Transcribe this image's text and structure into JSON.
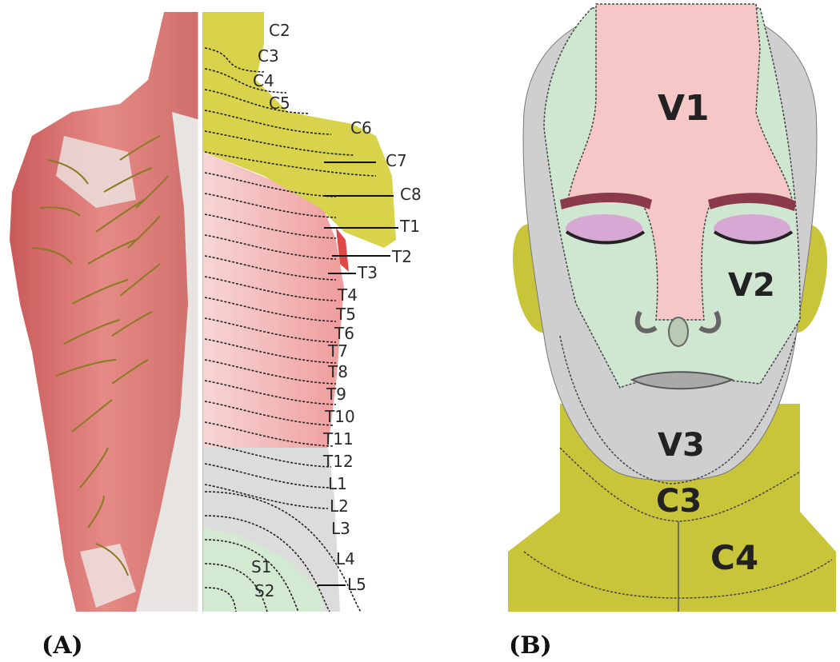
{
  "panel_a": {
    "letter": "(A)",
    "dermatome_labels": [
      "C2",
      "C3",
      "C4",
      "C5",
      "C6",
      "C7",
      "C8",
      "T1",
      "T2",
      "T3",
      "T4",
      "T5",
      "T6",
      "T7",
      "T8",
      "T9",
      "T10",
      "T11",
      "T12",
      "L1",
      "L2",
      "L3",
      "L4",
      "L5",
      "S1",
      "S2"
    ]
  },
  "panel_b": {
    "letter": "(B)",
    "region_labels": [
      "V1",
      "V2",
      "V3",
      "C3",
      "C4"
    ]
  },
  "colors": {
    "cervical": "#d7d247",
    "thoracic": "#f2b3b3",
    "lumbar": "#d9d9d9",
    "sacral": "#cfe6cf",
    "muscle": "#d86a6a",
    "v1": "#f6c7c7",
    "v2": "#cfe6d1",
    "v3": "#cfcfcf",
    "neck": "#c9c53a"
  }
}
